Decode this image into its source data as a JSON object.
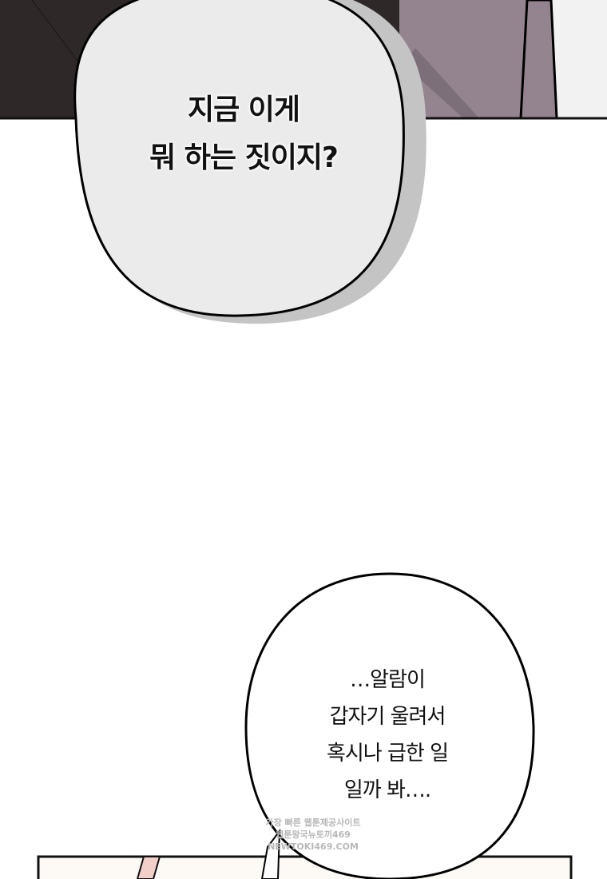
{
  "panel_top": {
    "bubble_lines": [
      "지금 이게",
      "뭐 하는 짓이지?"
    ]
  },
  "panel_bottom": {
    "bubble_lines": [
      "…알람이",
      "갑자기 울려서",
      "혹시나 급한 일",
      "일까 봐…."
    ]
  },
  "watermark": {
    "lines": [
      "가장 빠른 웹툰제공사이트",
      "웹툰왕국뉴토끼469",
      "NEWTOKI469.COM"
    ]
  },
  "colors": {
    "dark_bg": "#2e2828",
    "purple_bg": "#94848f",
    "bubble_fill": "#ececec",
    "bubble_shadow": "#c4c4c4"
  }
}
